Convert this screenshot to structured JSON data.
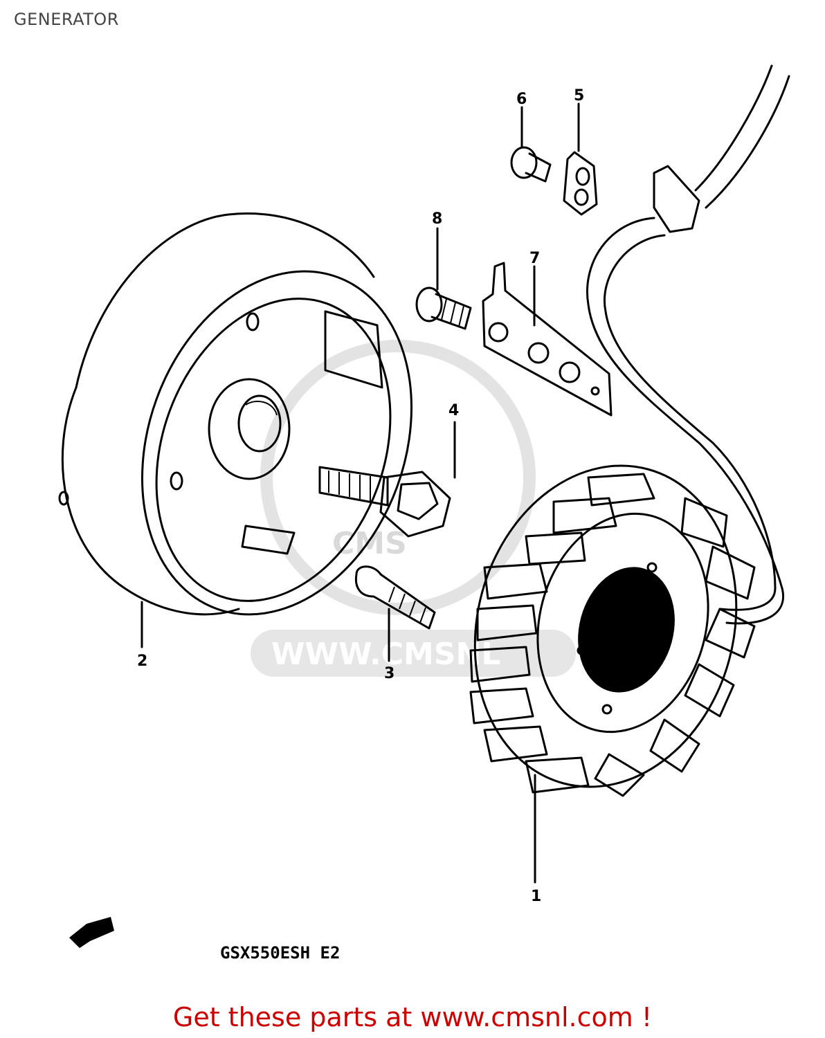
{
  "page": {
    "title": "GENERATOR"
  },
  "diagram": {
    "callouts": [
      {
        "id": "1",
        "label": "1"
      },
      {
        "id": "2",
        "label": "2"
      },
      {
        "id": "3",
        "label": "3"
      },
      {
        "id": "4",
        "label": "4"
      },
      {
        "id": "5",
        "label": "5"
      },
      {
        "id": "6",
        "label": "6"
      },
      {
        "id": "7",
        "label": "7"
      },
      {
        "id": "8",
        "label": "8"
      }
    ],
    "model_code": "GSX550ESH E2",
    "watermark_text": "WWW.CMSNL",
    "watermark_logo": "CMS"
  },
  "footer": {
    "link_text": "Get these parts at www.cmsnl.com !"
  }
}
